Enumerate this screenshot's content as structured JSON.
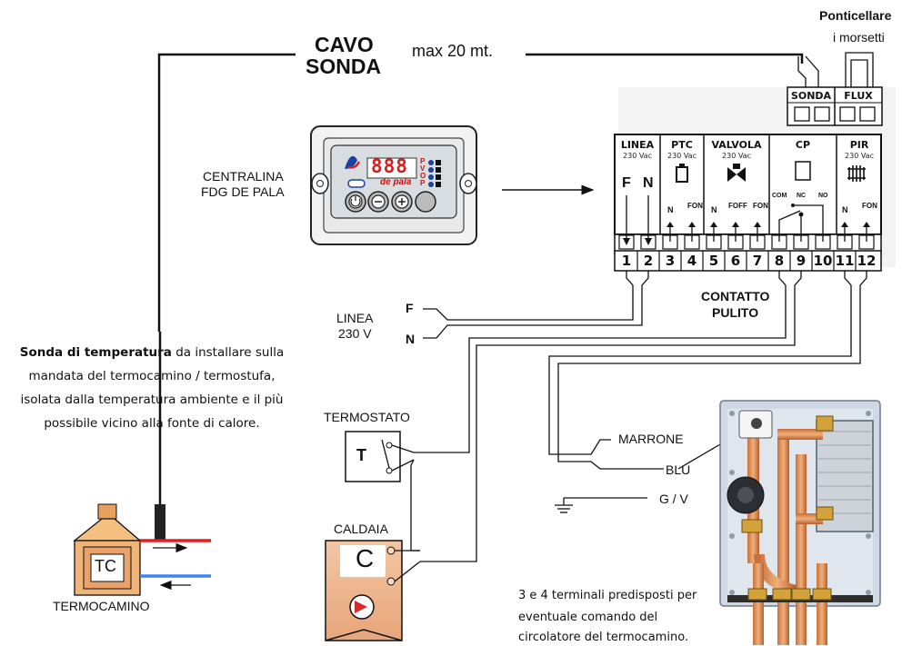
{
  "header": {
    "cable_title_line1": "CAVO",
    "cable_title_line2": "SONDA",
    "cable_length": "max 20 mt.",
    "bridge_note_line1": "Ponticellare",
    "bridge_note_line2": "i morsetti"
  },
  "controller": {
    "label_line1": "CENTRALINA",
    "label_line2": "FDG DE PALA",
    "display": "888",
    "brand": "de pala",
    "side_letters": [
      "P",
      "V",
      "O",
      "P"
    ]
  },
  "terminal_block": {
    "top_terminals": [
      "SONDA",
      "FLUX"
    ],
    "groups": [
      {
        "title": "LINEA",
        "sub": "230 Vac"
      },
      {
        "title": "PTC",
        "sub": "230 Vac"
      },
      {
        "title": "VALVOLA",
        "sub": "230 Vac"
      },
      {
        "title": "CP",
        "sub": ""
      },
      {
        "title": "PIR",
        "sub": "230 Vac"
      }
    ],
    "line_markers": [
      "F",
      "N"
    ],
    "pin_labels": [
      "N",
      "FON",
      "N",
      "FOFF",
      "FON",
      "COM",
      "NC",
      "NO",
      "N",
      "FON"
    ],
    "numbers": [
      "1",
      "2",
      "3",
      "4",
      "5",
      "6",
      "7",
      "8",
      "9",
      "10",
      "11",
      "12"
    ]
  },
  "power": {
    "label_line1": "LINEA",
    "label_line2": "230 V",
    "f": "F",
    "n": "N"
  },
  "contact": {
    "line1": "CONTATTO",
    "line2": "PULITO"
  },
  "thermostat": {
    "label": "TERMOSTATO",
    "symbol": "T"
  },
  "boiler": {
    "label": "CALDAIA",
    "symbol": "C"
  },
  "probe": {
    "bold_part": "Sonda di temperatura",
    "line1_rest": " da installare sulla",
    "line2": "mandata del termocamino / termostufa,",
    "line3": "isolata dalla temperatura ambiente e il più",
    "line4": "possibile vicino alla fonte di calore."
  },
  "fireplace": {
    "label": "TERMOCAMINO",
    "symbol": "TC"
  },
  "pump_wires": {
    "brown": "MARRONE",
    "blue": "BLU",
    "ground": "G / V"
  },
  "note": {
    "line1": "3 e 4 terminali predisposti per",
    "line2": "eventuale comando del",
    "line3": "circolatore del termocamino."
  }
}
